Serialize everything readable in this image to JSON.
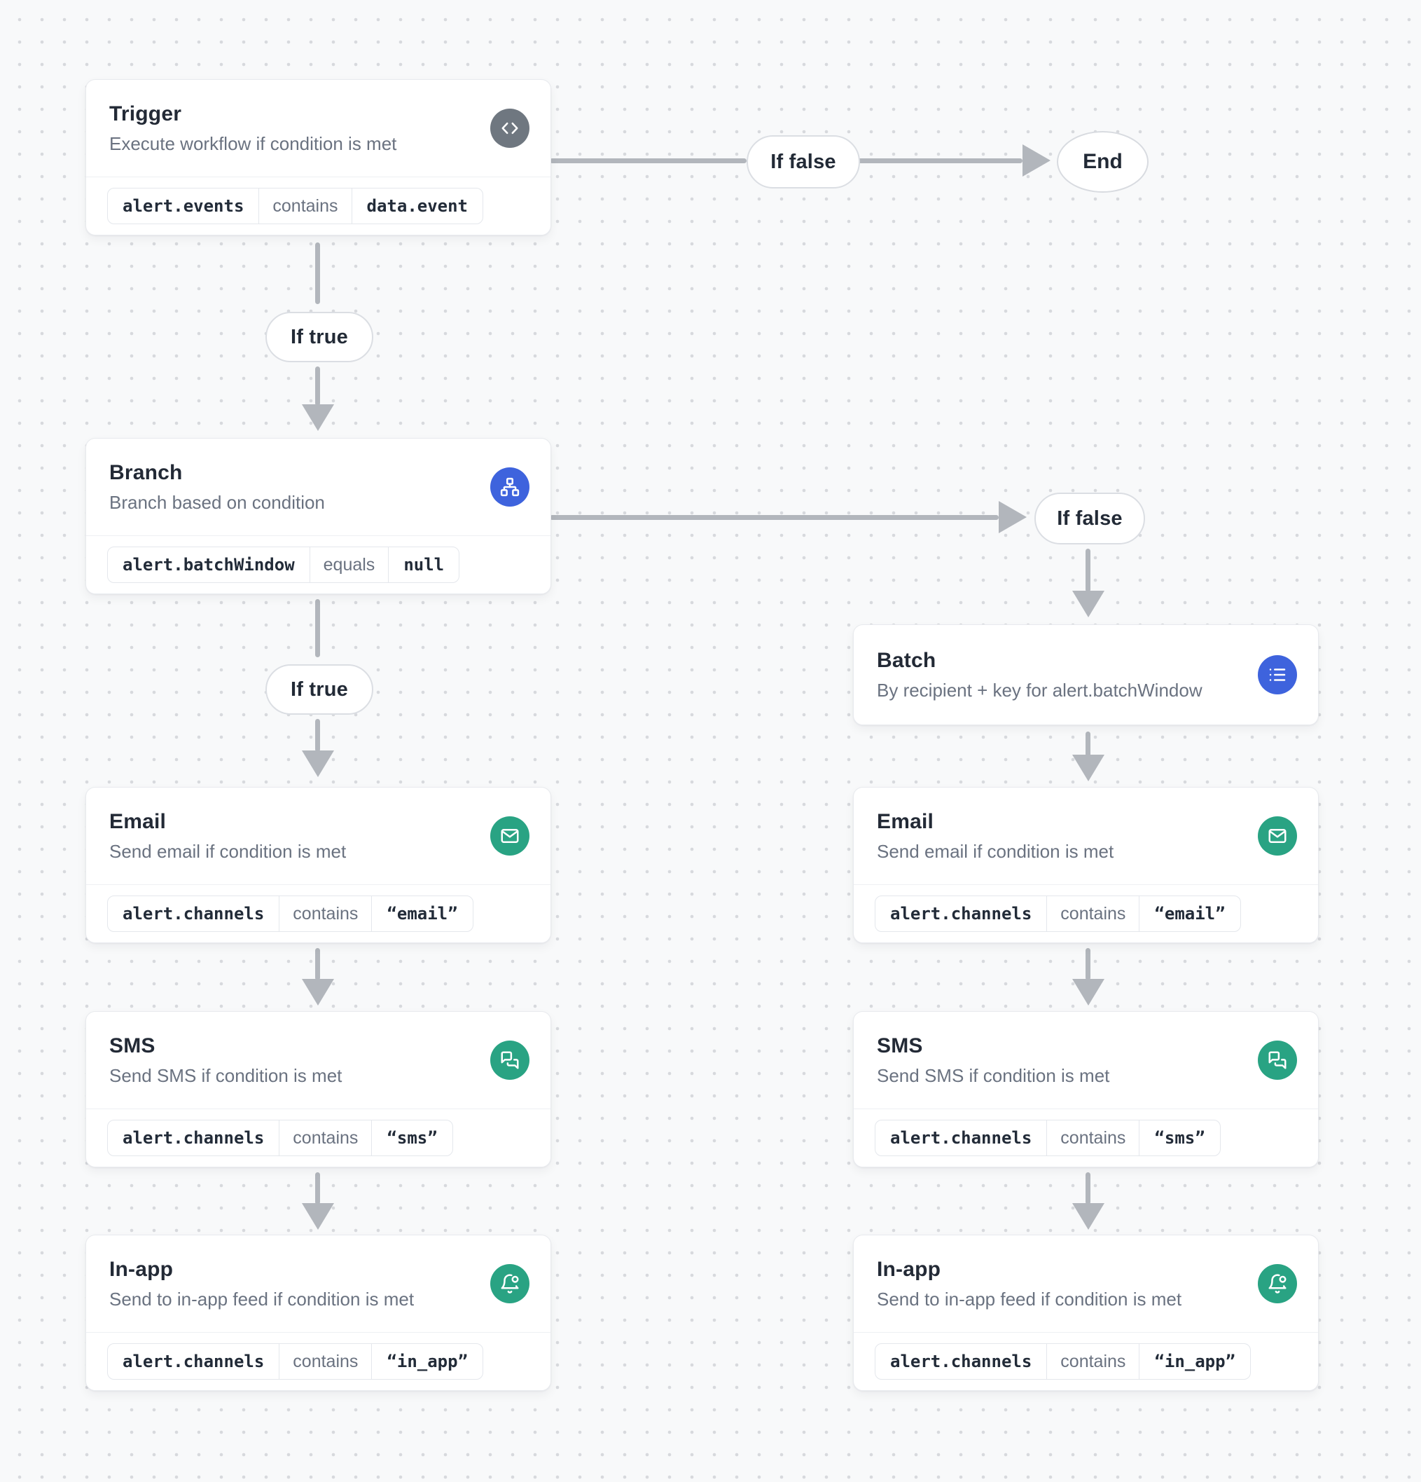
{
  "colors": {
    "canvas_background": "#f8f9fa",
    "dot_grid": "#d7d9dd",
    "arrow_gray": "#b2b6bc",
    "icon_gray": "#6f7780",
    "icon_blue": "#3e63dd",
    "icon_green": "#29a383"
  },
  "edge_labels": {
    "if_true": "If true",
    "if_false": "If false",
    "end": "End"
  },
  "nodes": {
    "trigger": {
      "title": "Trigger",
      "description": "Execute workflow if condition is met",
      "icon": "code-icon",
      "condition": {
        "field": "alert.events",
        "operator": "contains",
        "value": "data.event"
      }
    },
    "branch": {
      "title": "Branch",
      "description": "Branch based on condition",
      "icon": "sitemap-icon",
      "condition": {
        "field": "alert.batchWindow",
        "operator": "equals",
        "value": "null"
      }
    },
    "batch": {
      "title": "Batch",
      "description": "By recipient + key for alert.batchWindow",
      "icon": "list-icon"
    },
    "email_left": {
      "title": "Email",
      "description": "Send email if condition is met",
      "icon": "mail-icon",
      "condition": {
        "field": "alert.channels",
        "operator": "contains",
        "value": "“email”"
      }
    },
    "sms_left": {
      "title": "SMS",
      "description": "Send SMS if condition is met",
      "icon": "chat-icon",
      "condition": {
        "field": "alert.channels",
        "operator": "contains",
        "value": "“sms”"
      }
    },
    "inapp_left": {
      "title": "In-app",
      "description": "Send to in-app feed if condition is met",
      "icon": "bell-icon",
      "condition": {
        "field": "alert.channels",
        "operator": "contains",
        "value": "“in_app”"
      }
    },
    "email_right": {
      "title": "Email",
      "description": "Send email if condition is met",
      "icon": "mail-icon",
      "condition": {
        "field": "alert.channels",
        "operator": "contains",
        "value": "“email”"
      }
    },
    "sms_right": {
      "title": "SMS",
      "description": "Send SMS if condition is met",
      "icon": "chat-icon",
      "condition": {
        "field": "alert.channels",
        "operator": "contains",
        "value": "“sms”"
      }
    },
    "inapp_right": {
      "title": "In-app",
      "description": "Send to in-app feed if condition is met",
      "icon": "bell-icon",
      "condition": {
        "field": "alert.channels",
        "operator": "contains",
        "value": "“in_app”"
      }
    }
  }
}
